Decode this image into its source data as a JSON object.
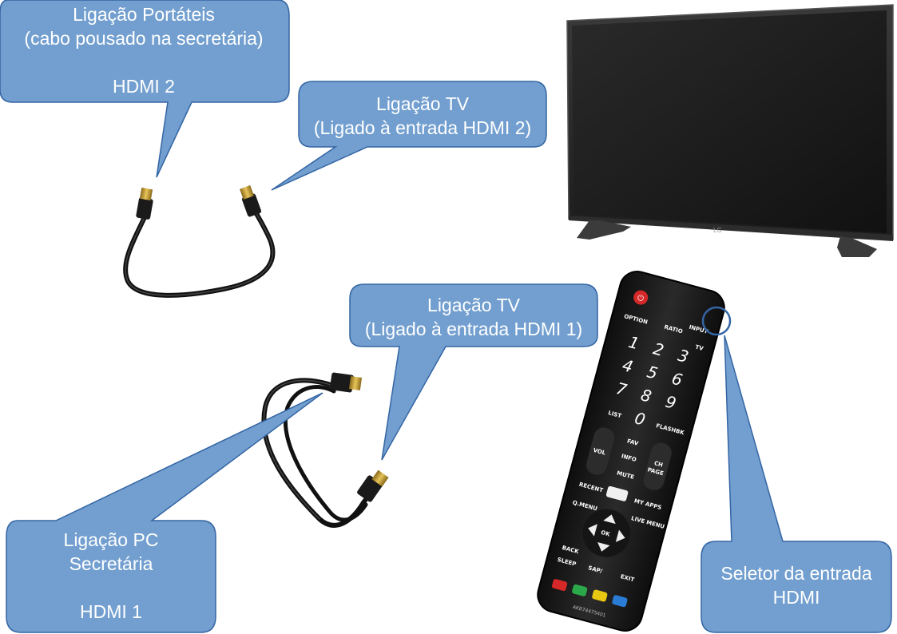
{
  "callouts": {
    "laptops": {
      "line1": "Ligação Portáteis",
      "line2": "(cabo pousado na secretária)",
      "line3": "HDMI 2"
    },
    "tv_hdmi2": {
      "line1": "Ligação TV",
      "line2": "(Ligado à entrada HDMI 2)"
    },
    "tv_hdmi1": {
      "line1": "Ligação TV",
      "line2": "(Ligado à entrada HDMI 1)"
    },
    "pc_secretary": {
      "line1": "Ligação PC",
      "line2": "Secretária",
      "line3": "HDMI 1"
    },
    "input_selector": {
      "line1": "Seletor da entrada",
      "line2": "HDMI"
    }
  },
  "tv": {
    "brand": "LG"
  },
  "remote": {
    "buttons": {
      "option": "OPTION",
      "ratio": "RATIO",
      "input": "INPUT",
      "tv": "TV",
      "list": "LIST",
      "flashbk": "FLASHBK",
      "vol": "VOL",
      "fav": "FAV",
      "info": "INFO",
      "ch": "CH",
      "page": "PAGE",
      "mute": "MUTE",
      "recent": "RECENT",
      "myapps": "MY APPS",
      "qmenu": "Q.MENU",
      "livemenu": "LIVE MENU",
      "ok": "OK",
      "back": "BACK",
      "sleep": "SLEEP",
      "sap": "SAP/",
      "exit": "EXIT"
    },
    "numbers": [
      "1",
      "2",
      "3",
      "4",
      "5",
      "6",
      "7",
      "8",
      "9",
      "0"
    ],
    "model": "AKB74475401"
  },
  "colors": {
    "callout_fill": "#729fcf",
    "callout_stroke": "#3465a4",
    "highlight_ring": "#3465a4",
    "remote_body": "#1e1e1e",
    "power_red": "#d62828"
  }
}
